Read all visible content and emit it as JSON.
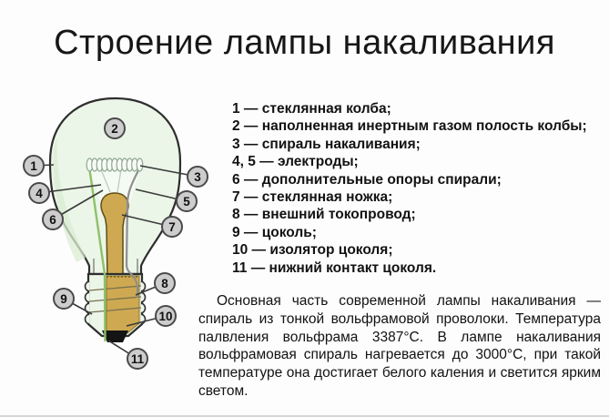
{
  "header": {
    "title": "Строение лампы накаливания"
  },
  "legend": {
    "items": [
      "1 — стеклянная колба;",
      "2 — наполненная инертным газом полость колбы;",
      "3 — спираль накаливания;",
      "4, 5 — электроды;",
      "6 — дополнительные опоры спирали;",
      "7 — стеклянная ножка;",
      "8 — внешний токопровод;",
      "9 — цоколь;",
      "10 — изолятор цоколя;",
      "11 — нижний контакт цоколя."
    ]
  },
  "diagram": {
    "labels": [
      "1",
      "2",
      "3",
      "4",
      "5",
      "6",
      "7",
      "8",
      "9",
      "10",
      "11"
    ],
    "colors": {
      "glass": "#ebf5e8",
      "glass_streak": "#d9ecd2",
      "glass_highlight": "#f6fbf4",
      "stem": "#cfa951",
      "insulator": "#cfa951",
      "wire_green": "#8fc069",
      "wire_gray": "#8f8f8f",
      "contact": "#141414",
      "label_fill": "#cdcdcd",
      "label_border": "#4a4a4a"
    }
  },
  "body_text": {
    "paragraph": "Основная часть современной лампы накаливания — спираль из тонкой вольфрамовой проволоки. Температура палвления вольфрама 3387°C. В лампе накаливания вольфрамовая спираль нагревается до 3000°C, при такой температуре она достигает белого каления и светится ярким светом."
  }
}
